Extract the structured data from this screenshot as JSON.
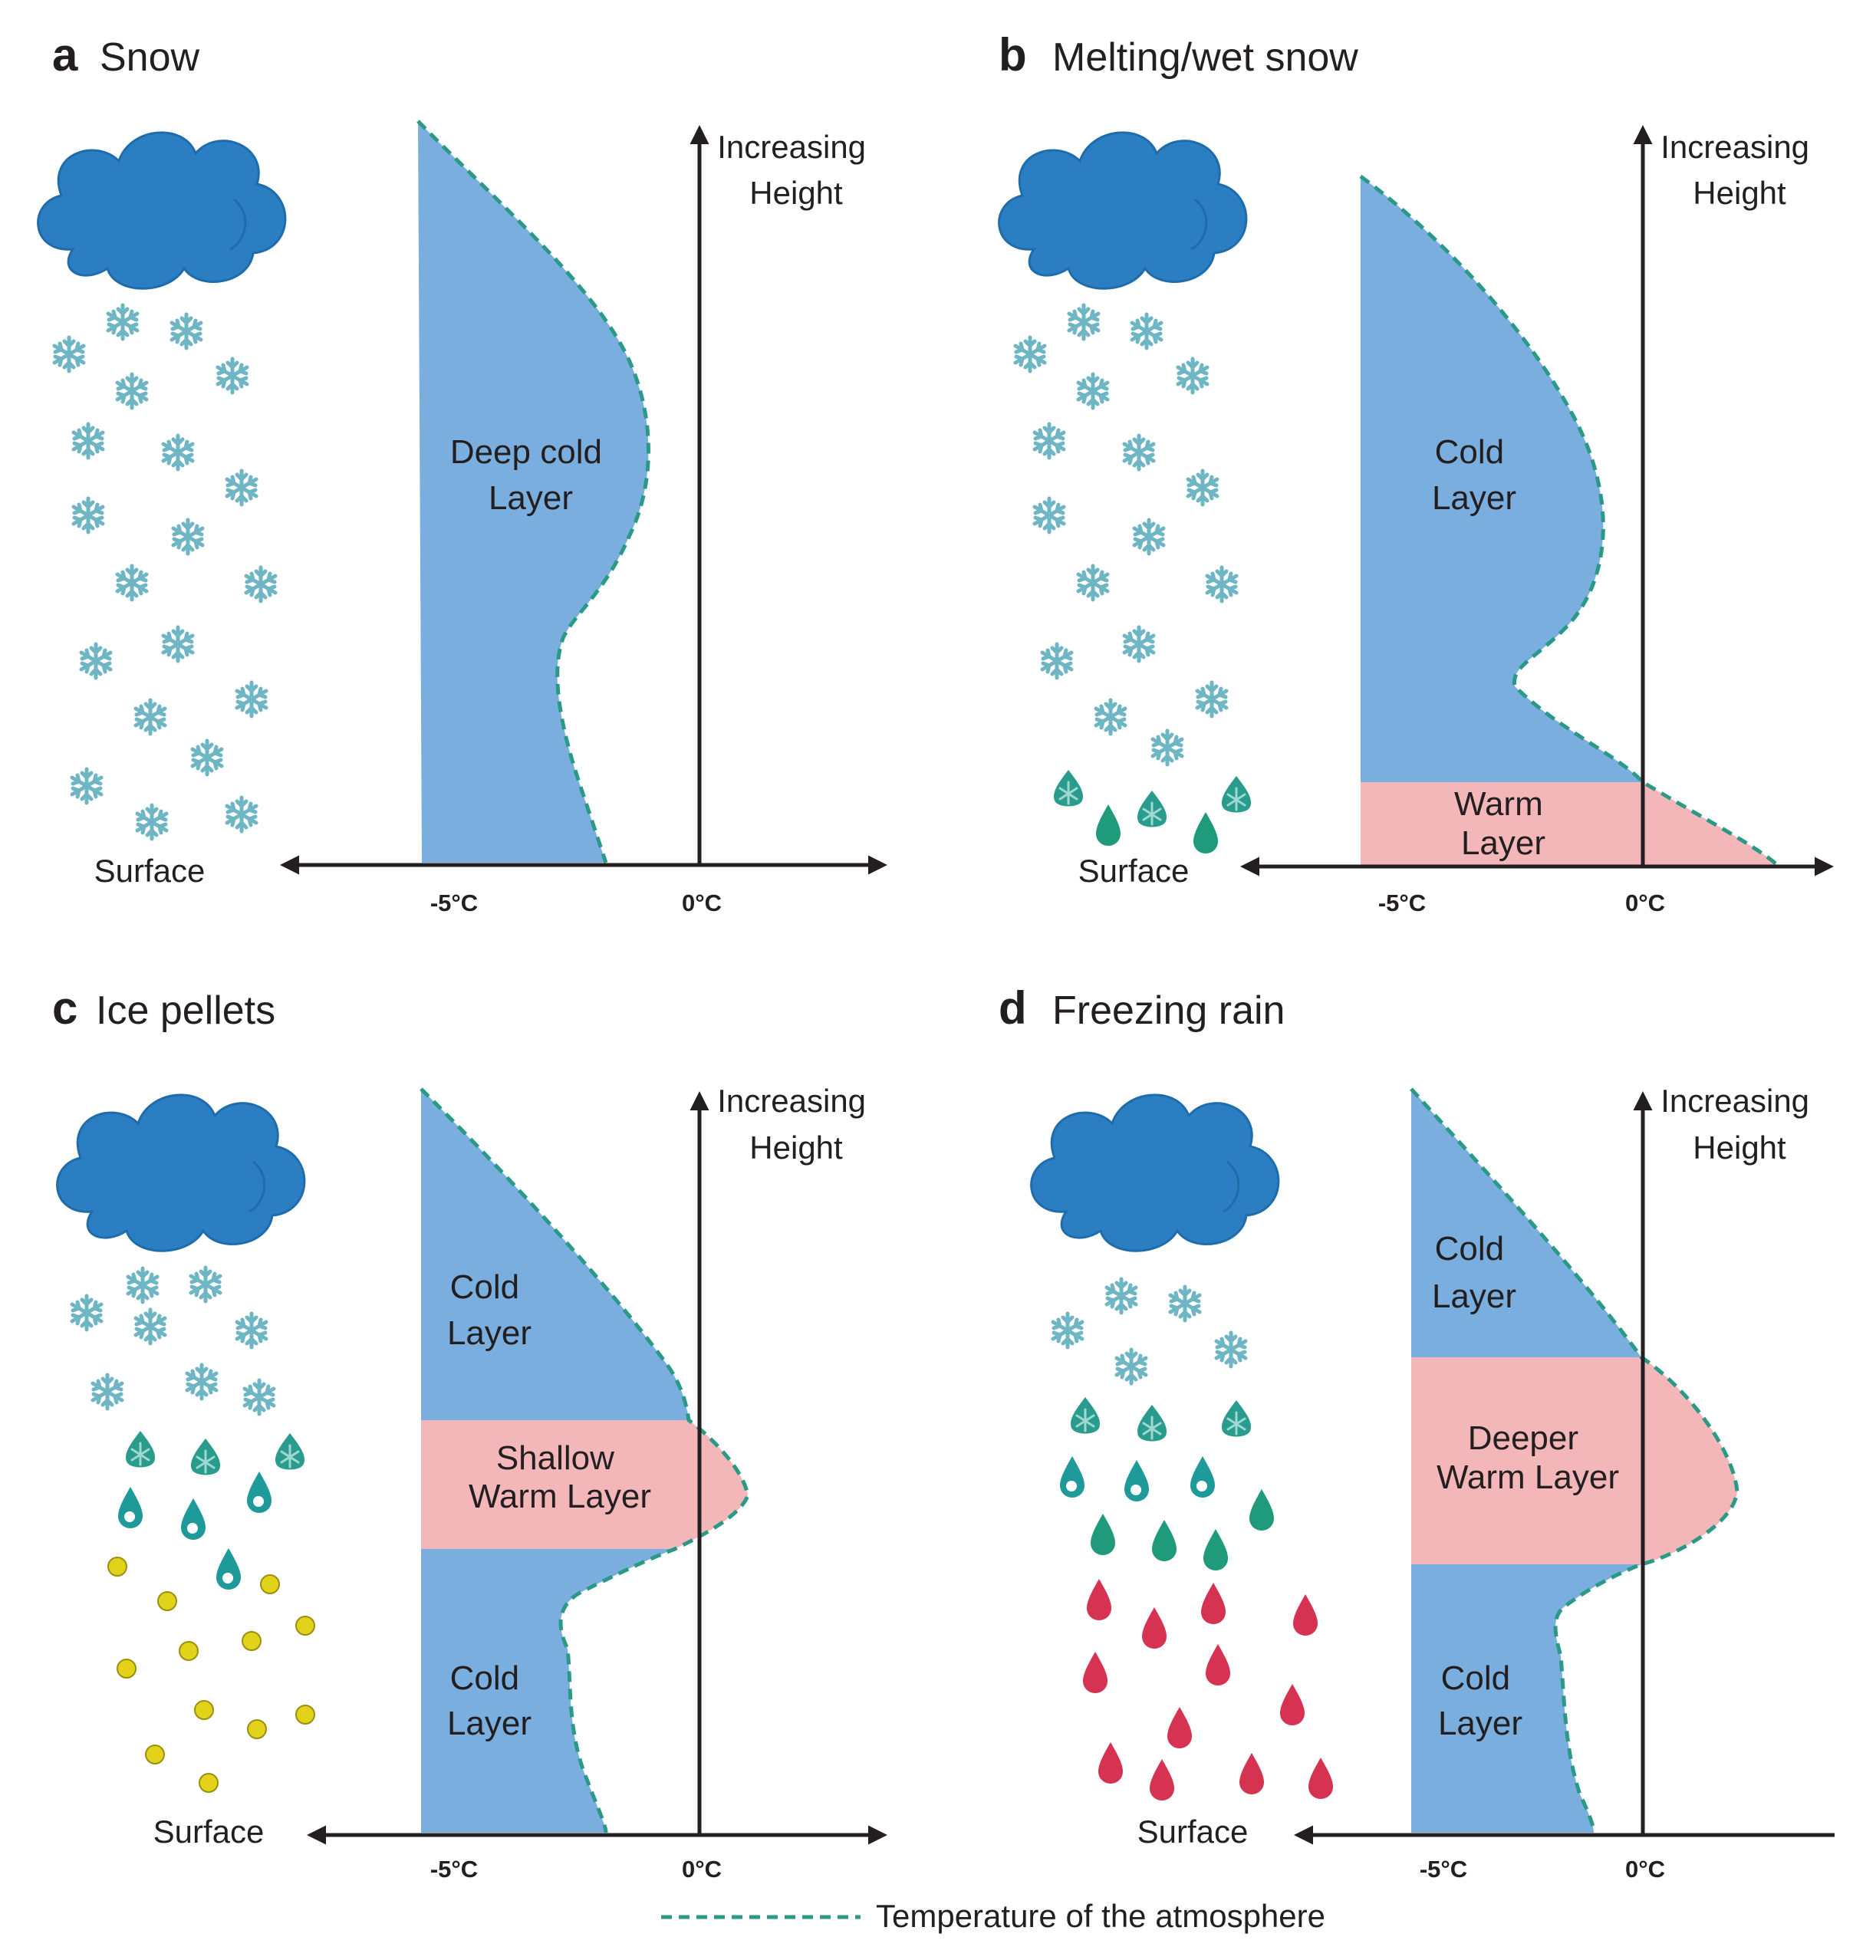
{
  "colors": {
    "cold_layer": "#7aaede",
    "warm_layer": "#f4b7b9",
    "cloud": "#2c7ec3",
    "cloud_edge": "#1f6cab",
    "temperature_line": "#2a9a86",
    "snowflake": "#6fb6c5",
    "wet_snow": "#2a9c8d",
    "liquid_drop": "#1f9a7a",
    "freezing_drop": "#d63251",
    "ice_pellet": "#e2d31a",
    "axis": "#231f20"
  },
  "panels": [
    {
      "letter": "a",
      "title": "Snow",
      "y_axis_label": [
        "Increasing",
        "Height"
      ],
      "x_label": "Surface",
      "ticks": [
        "-5°C",
        "0°C"
      ],
      "layers": [
        {
          "kind": "cold",
          "lines": [
            "Deep cold",
            "Layer"
          ]
        }
      ],
      "precipitation": [
        "snowflake"
      ]
    },
    {
      "letter": "b",
      "title": "Melting/wet snow",
      "y_axis_label": [
        "Increasing",
        "Height"
      ],
      "x_label": "Surface",
      "ticks": [
        "-5°C",
        "0°C"
      ],
      "layers": [
        {
          "kind": "cold",
          "lines": [
            "Cold",
            "Layer"
          ]
        },
        {
          "kind": "warm",
          "lines": [
            "Warm",
            "Layer"
          ]
        }
      ],
      "precipitation": [
        "snowflake",
        "wet-snow",
        "liquid-drop"
      ]
    },
    {
      "letter": "c",
      "title": "Ice pellets",
      "y_axis_label": [
        "Increasing",
        "Height"
      ],
      "x_label": "Surface",
      "ticks": [
        "-5°C",
        "0°C"
      ],
      "layers": [
        {
          "kind": "cold",
          "lines": [
            "Cold",
            "Layer"
          ]
        },
        {
          "kind": "warm",
          "lines": [
            "Shallow",
            "Warm Layer"
          ]
        },
        {
          "kind": "cold",
          "lines": [
            "Cold",
            "Layer"
          ]
        }
      ],
      "precipitation": [
        "snowflake",
        "wet-snow",
        "liquid-drop",
        "ice-pellet"
      ]
    },
    {
      "letter": "d",
      "title": "Freezing rain",
      "y_axis_label": [
        "Increasing",
        "Height"
      ],
      "x_label": "Surface",
      "ticks": [
        "-5°C",
        "0°C"
      ],
      "layers": [
        {
          "kind": "cold",
          "lines": [
            "Cold",
            "Layer"
          ]
        },
        {
          "kind": "warm",
          "lines": [
            "Deeper",
            "Warm Layer"
          ]
        },
        {
          "kind": "cold",
          "lines": [
            "Cold",
            "Layer"
          ]
        }
      ],
      "precipitation": [
        "snowflake",
        "wet-snow",
        "liquid-drop",
        "freezing-drop"
      ]
    }
  ],
  "legend": {
    "label": "Temperature of the atmosphere"
  }
}
